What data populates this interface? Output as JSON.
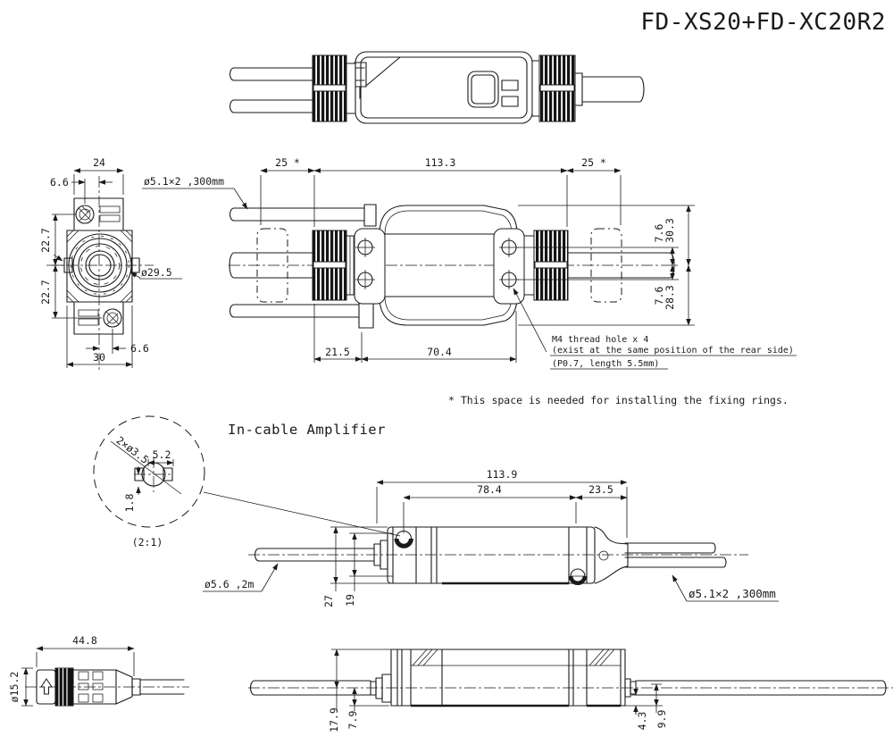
{
  "title": "FD-XS20+FD-XC20R2",
  "section_heading": "In-cable Amplifier",
  "footnote": "* This space is needed for installing the fixing rings.",
  "colors": {
    "line": "#1a1a1a",
    "background": "#ffffff"
  },
  "front_view": {
    "dim_top_width": "24",
    "dim_top_offset": "6.6",
    "dim_upper_height": "22.7",
    "dim_lower_height": "22.7",
    "dim_lens_dia": "ø29.5",
    "dim_bottom_offset": "6.6",
    "dim_bottom_width": "30"
  },
  "main_view": {
    "cable_label": "ø5.1×2 ,300mm",
    "dim_space_left": "25 *",
    "dim_length": "113.3",
    "dim_space_right": "25 *",
    "dim_center_to_hole_top": "7.6",
    "dim_center_to_top": "30.3",
    "dim_center_to_hole_bottom": "7.6",
    "dim_center_to_bottom": "28.3",
    "dim_nut_to_flange": "21.5",
    "dim_flange_span": "70.4",
    "note_line1": "M4 thread hole x 4",
    "note_line2": "(exist at the same position of the rear side)",
    "note_line3": "(P0.7, length 5.5mm)"
  },
  "detail_view": {
    "hole_label": "2×ø3.5",
    "dim_width": "5.2",
    "dim_height": "1.8",
    "scale_label": "(2:1)"
  },
  "amp_view": {
    "dim_total_length": "113.9",
    "dim_body_length": "78.4",
    "dim_end_length": "23.5",
    "dim_height_outer": "27",
    "dim_height_inner": "19",
    "cable_left_label": "ø5.6 ,2m",
    "cable_right_label": "ø5.1×2 ,300mm"
  },
  "connector_view": {
    "dim_length": "44.8",
    "dim_diameter": "ø15.2"
  },
  "amp_bottom_view": {
    "dim_left_outer": "17.9",
    "dim_left_inner": "7.9",
    "dim_right_inner": "4.3",
    "dim_right_outer": "9.9"
  }
}
